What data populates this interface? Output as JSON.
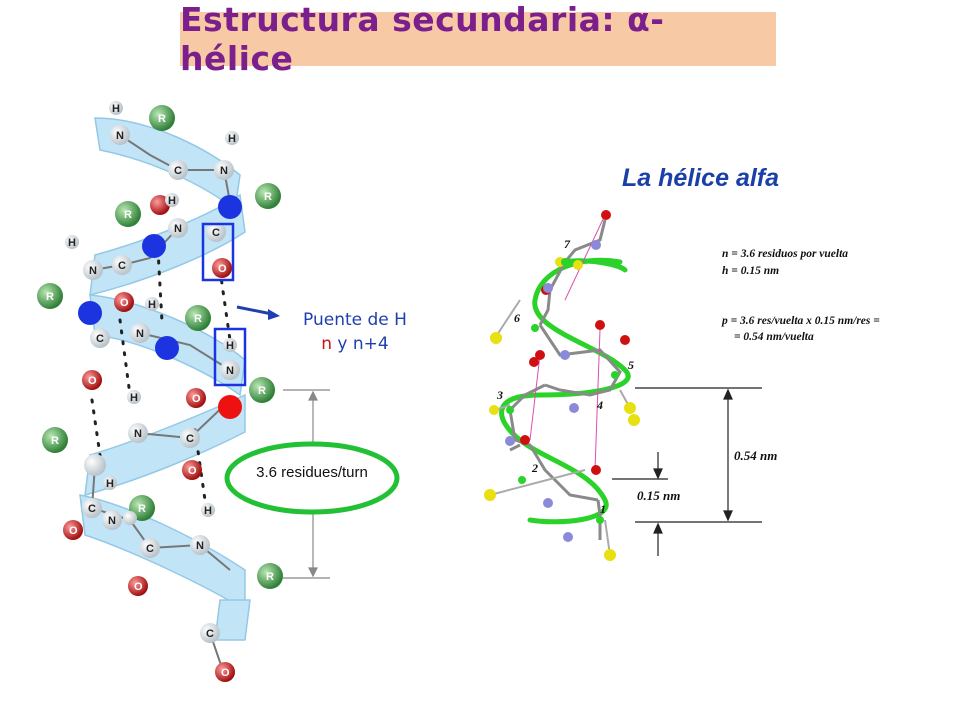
{
  "title": {
    "main": "Estructura secundaria: ",
    "alpha": "α",
    "suffix": "-hélice"
  },
  "left_figure": {
    "hbond_label_line1": "Puente de H",
    "hbond_label_n": "n",
    "hbond_label_rest": " y n+4",
    "residues_per_turn": "3.6 residues/turn",
    "atom_labels": {
      "R": "R",
      "N": "N",
      "C": "C",
      "O": "O",
      "H": "H"
    }
  },
  "right_figure": {
    "title": "La hélice alfa",
    "params": {
      "n": "n = 3.6 residuos por vuelta",
      "h": "h = 0.15 nm",
      "p1": "p = 3.6 res/vuelta x    0.15 nm/res =",
      "p2": "= 0.54 nm/vuelta"
    },
    "dim_pitch": "0.54 nm",
    "dim_rise": "0.15 nm",
    "residue_numbers": [
      "1",
      "2",
      "3",
      "4",
      "5",
      "6",
      "7"
    ]
  },
  "colors": {
    "title_bg": "#f7caa5",
    "title_text": "#7a1f8c",
    "ribbon": "#bfe3f7",
    "r_group": "#3f9a48",
    "oxygen": "#d11f1f",
    "hbond_blue": "#1c34e0",
    "hbond_red": "#ee1111",
    "ellipse": "#22c035",
    "helix_green": "#2ad22a",
    "label_blue": "#1f3fb0"
  }
}
